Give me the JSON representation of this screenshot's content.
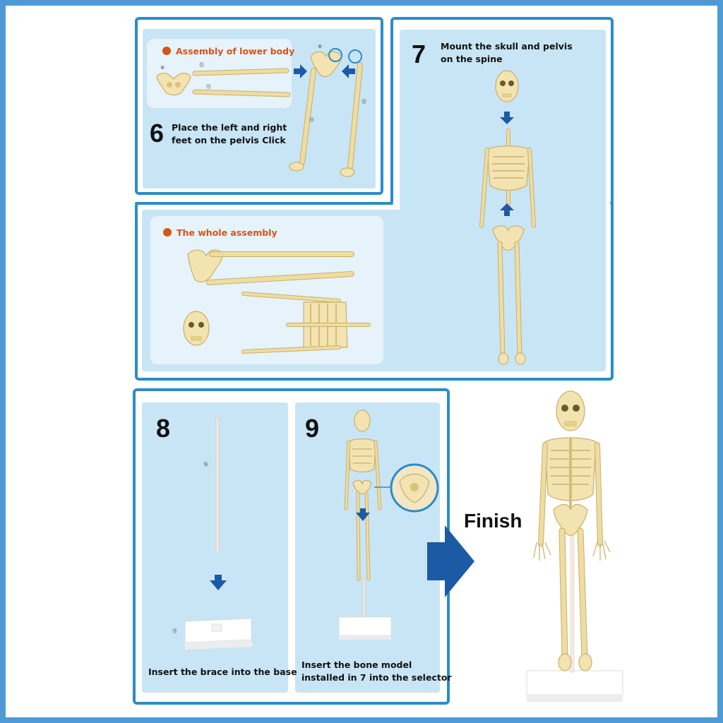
{
  "document": {
    "finish_label": "Finish",
    "steps": {
      "step6": {
        "number": "6",
        "heading": "Assembly of lower body",
        "text_line1": "Place the left and right",
        "text_line2": "feet on the pelvis Click",
        "part_labels": [
          "⑧",
          "⑫",
          "⑪"
        ]
      },
      "step7": {
        "number": "7",
        "text_line1": "Mount the skull and pelvis",
        "text_line2": "on the spine"
      },
      "whole": {
        "heading": "The whole assembly"
      },
      "step8": {
        "number": "8",
        "text": "Insert the brace into the base",
        "part_labels": [
          "⑯",
          "⑰"
        ]
      },
      "step9": {
        "number": "9",
        "text_line1": "Insert the bone model",
        "text_line2": "installed  in 7 into the selector"
      }
    }
  },
  "colors": {
    "frame": "#4f9ad6",
    "panel_border": "#2b8cc8",
    "panel_fill": "#c8e5f5",
    "accent_orange": "#d6541a",
    "arrow_blue": "#1c5aa6",
    "bone": "#f3e3b0"
  }
}
